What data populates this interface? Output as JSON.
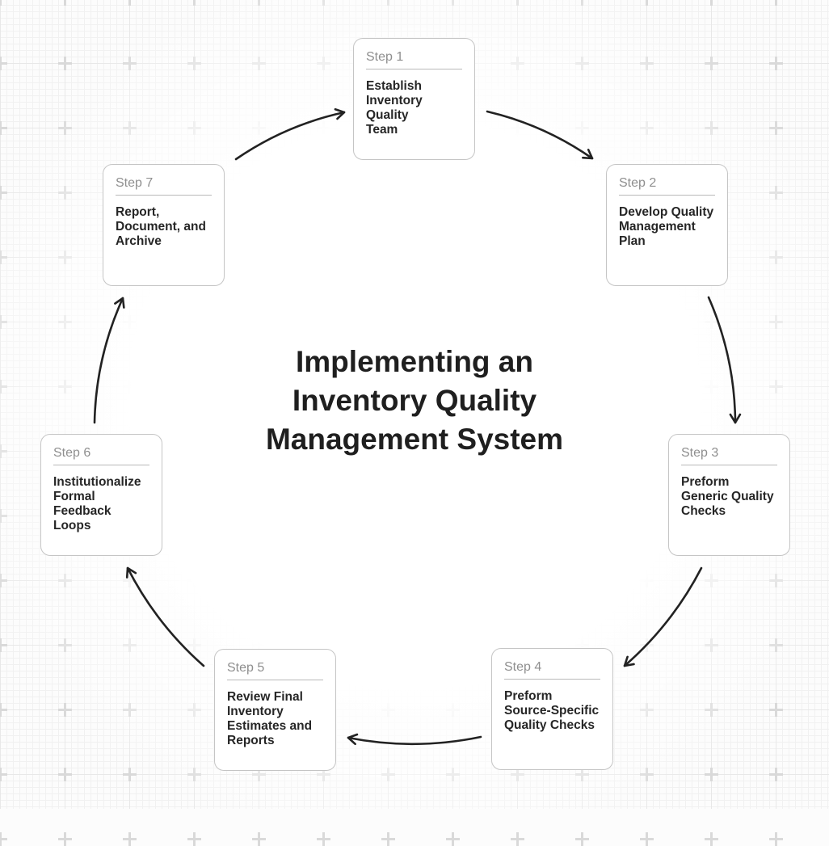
{
  "title": "Implementing an\nInventory Quality\nManagement System",
  "steps": [
    {
      "label": "Step 1",
      "title": "Establish\nInventory\nQuality\nTeam"
    },
    {
      "label": "Step 2",
      "title": "Develop Quality\nManagement\nPlan"
    },
    {
      "label": "Step 3",
      "title": "Preform\nGeneric Quality\nChecks"
    },
    {
      "label": "Step 4",
      "title": "Preform\nSource-Specific\nQuality Checks"
    },
    {
      "label": "Step 5",
      "title": "Review Final\nInventory\nEstimates and\nReports"
    },
    {
      "label": "Step 6",
      "title": "Institutionalize\nFormal\nFeedback\nLoops"
    },
    {
      "label": "Step 7",
      "title": "Report,\nDocument, and\nArchive"
    }
  ],
  "colors": {
    "arrow": "#222222",
    "card_border": "#c5c5c5",
    "step_label": "#8f8f8f",
    "body_text": "#262626",
    "title_text": "#1f1f1f",
    "grid_cross": "#d9d9d9",
    "background": "#fcfcfc"
  }
}
